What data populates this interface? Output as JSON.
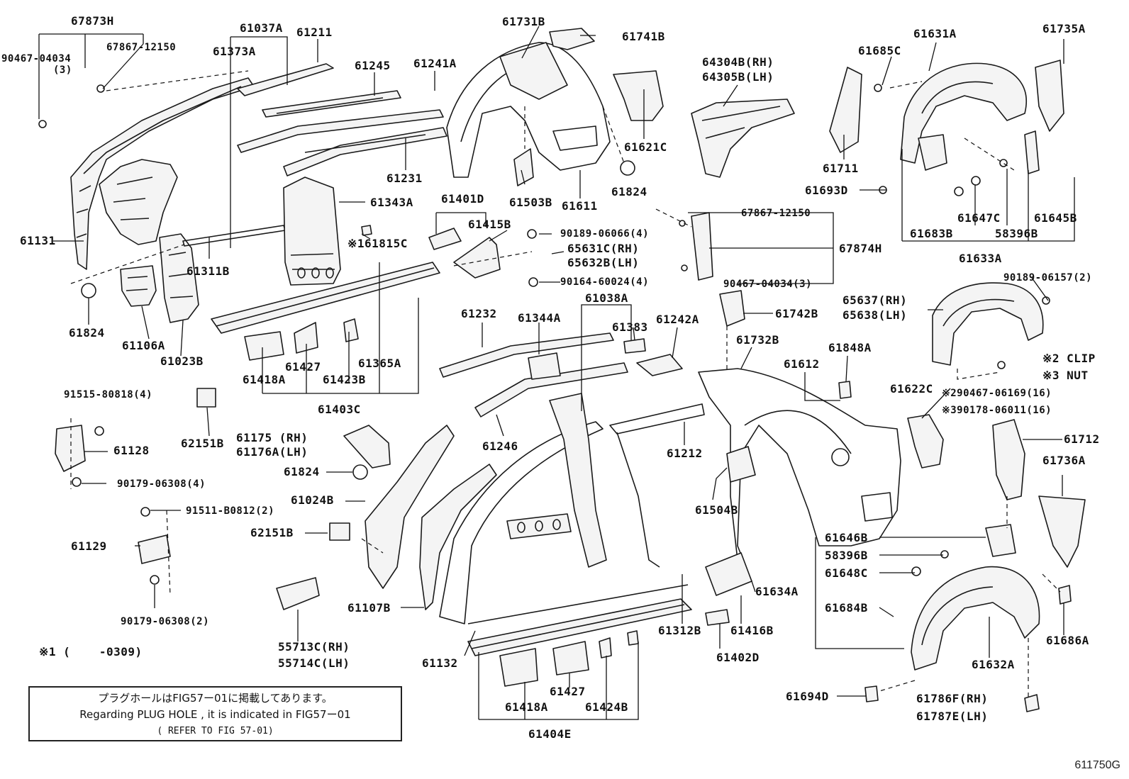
{
  "figure_id": "611750G",
  "footnotes": {
    "note1": "※1 (    -0309)",
    "note2": "※2 CLIP",
    "note3": "※3 NUT"
  },
  "plug_hole_note": {
    "line1": "プラグホールはFIG57ー01に掲載してあります。",
    "line2": "Regarding PLUG HOLE , it is indicated in FIG57ー01",
    "line3": "( REFER TO FIG 57-01)"
  },
  "labels": {
    "p67873H": "67873H",
    "p90467_04034_3a": "90467-04034",
    "qty3a": "(3)",
    "p67867_12150a": "67867-12150",
    "p61037A": "61037A",
    "p61211": "61211",
    "p61373A": "61373A",
    "p61245": "61245",
    "p61241A": "61241A",
    "p61731B": "61731B",
    "p61741B": "61741B",
    "p64304B": "64304B(RH)",
    "p64305B": "64305B(LH)",
    "p61631A": "61631A",
    "p61735A": "61735A",
    "p61685C": "61685C",
    "p61231": "61231",
    "p61621C": "61621C",
    "p61711": "61711",
    "p61131": "61131",
    "p61343A": "61343A",
    "p61401D": "61401D",
    "p61503B": "61503B",
    "p61611": "61611",
    "p61824a": "61824",
    "p61693D": "61693D",
    "p61647C": "61647C",
    "p61645B": "61645B",
    "p61415B": "61415B",
    "p90189_06066": "90189-06066(4)",
    "p67867_12150b": "67867-12150",
    "p61683B": "61683B",
    "p58396Ba": "58396B",
    "p61815C": "※161815C",
    "p65631C": "65631C(RH)",
    "p65632B": "65632B(LH)",
    "p67874H": "67874H",
    "p61633A": "61633A",
    "p61311B": "61311B",
    "p90164_60024": "90164-60024(4)",
    "p90467_04034_3b": "90467-04034(3)",
    "p90189_06157": "90189-06157(2)",
    "p61038A": "61038A",
    "p65637": "65637(RH)",
    "p65638": "65638(LH)",
    "p61742B": "61742B",
    "p61824b": "61824",
    "p61106A": "61106A",
    "p61232": "61232",
    "p61344A": "61344A",
    "p61383": "61383",
    "p61242A": "61242A",
    "p61732B": "61732B",
    "p61023B": "61023B",
    "p61612": "61612",
    "p61848A": "61848A",
    "p61365A": "61365A",
    "p61418Aa": "61418A",
    "p61427a": "61427",
    "p61423B": "61423B",
    "p91515_80818": "91515-80818(4)",
    "p290467": "※290467-06169(16)",
    "p61622C": "61622C",
    "p390178": "※390178-06011(16)",
    "p61403C": "61403C",
    "p61246": "61246",
    "p61175": "61175 (RH)",
    "p61176A": "61176A(LH)",
    "p62151Ba": "62151B",
    "p61128": "61128",
    "p61212": "61212",
    "p61712": "61712",
    "p61736A": "61736A",
    "p61824c": "61824",
    "p90179_06308_4": "90179-06308(4)",
    "p61024B": "61024B",
    "p61504B": "61504B",
    "p91511_B0812": "91511-B0812(2)",
    "p62151Bb": "62151B",
    "p61646B": "61646B",
    "p61129": "61129",
    "p58396Bb": "58396B",
    "p61648C": "61648C",
    "p61634A": "61634A",
    "p61107B": "61107B",
    "p61684B": "61684B",
    "p90179_06308_2": "90179-06308(2)",
    "p61312B": "61312B",
    "p61416B": "61416B",
    "p61686A": "61686A",
    "p55713C": "55713C(RH)",
    "p55714C": "55714C(LH)",
    "p61132": "61132",
    "p61402D": "61402D",
    "p61632A": "61632A",
    "p61427b": "61427",
    "p61694D": "61694D",
    "p61418Ab": "61418A",
    "p61424B": "61424B",
    "p61786F": "61786F(RH)",
    "p61787E": "61787E(LH)",
    "p61404E": "61404E"
  }
}
